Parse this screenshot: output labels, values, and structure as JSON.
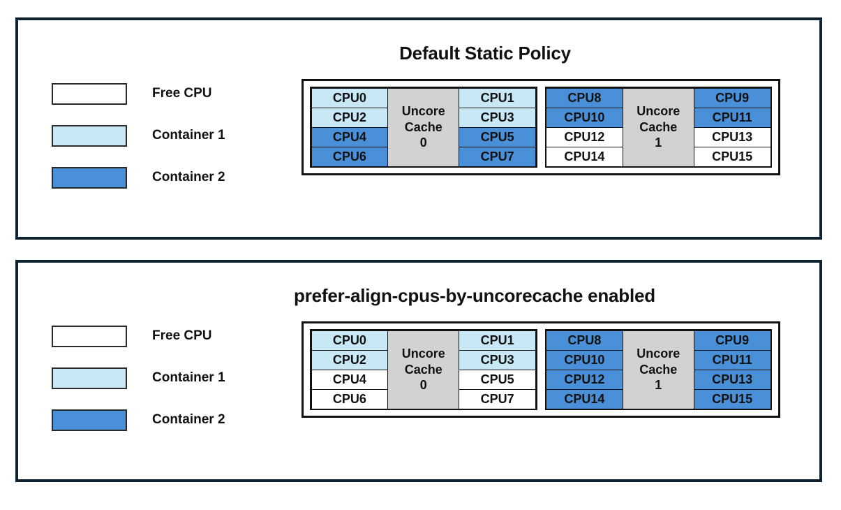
{
  "colors": {
    "free": "#ffffff",
    "container1": "#c9e8f6",
    "container2": "#4a90d9",
    "cache": "#d2d2d2",
    "border": "#111111",
    "frame": "#0d2230",
    "text": "#111111"
  },
  "legend": {
    "items": [
      {
        "label": "Free CPU",
        "swatch": "free",
        "color": "#ffffff"
      },
      {
        "label": "Container 1",
        "swatch": "container1",
        "color": "#c9e8f6"
      },
      {
        "label": "Container 2",
        "swatch": "container2",
        "color": "#4a90d9"
      }
    ]
  },
  "panels": [
    {
      "id": "default-static-policy",
      "title": "Default Static Policy",
      "cache_groups": [
        {
          "cache_label_line1": "Uncore",
          "cache_label_line2": "Cache",
          "cache_label_line3": "0",
          "left_column": [
            {
              "label": "CPU0",
              "state": "container1"
            },
            {
              "label": "CPU2",
              "state": "container1"
            },
            {
              "label": "CPU4",
              "state": "container2"
            },
            {
              "label": "CPU6",
              "state": "container2"
            }
          ],
          "right_column": [
            {
              "label": "CPU1",
              "state": "container1"
            },
            {
              "label": "CPU3",
              "state": "container1"
            },
            {
              "label": "CPU5",
              "state": "container2"
            },
            {
              "label": "CPU7",
              "state": "container2"
            }
          ]
        },
        {
          "cache_label_line1": "Uncore",
          "cache_label_line2": "Cache",
          "cache_label_line3": "1",
          "left_column": [
            {
              "label": "CPU8",
              "state": "container2"
            },
            {
              "label": "CPU10",
              "state": "container2"
            },
            {
              "label": "CPU12",
              "state": "free"
            },
            {
              "label": "CPU14",
              "state": "free"
            }
          ],
          "right_column": [
            {
              "label": "CPU9",
              "state": "container2"
            },
            {
              "label": "CPU11",
              "state": "container2"
            },
            {
              "label": "CPU13",
              "state": "free"
            },
            {
              "label": "CPU15",
              "state": "free"
            }
          ]
        }
      ]
    },
    {
      "id": "prefer-align-cpus-by-uncorecache-enabled",
      "title": "prefer-align-cpus-by-uncorecache enabled",
      "cache_groups": [
        {
          "cache_label_line1": "Uncore",
          "cache_label_line2": "Cache",
          "cache_label_line3": "0",
          "left_column": [
            {
              "label": "CPU0",
              "state": "container1"
            },
            {
              "label": "CPU2",
              "state": "container1"
            },
            {
              "label": "CPU4",
              "state": "free"
            },
            {
              "label": "CPU6",
              "state": "free"
            }
          ],
          "right_column": [
            {
              "label": "CPU1",
              "state": "container1"
            },
            {
              "label": "CPU3",
              "state": "container1"
            },
            {
              "label": "CPU5",
              "state": "free"
            },
            {
              "label": "CPU7",
              "state": "free"
            }
          ]
        },
        {
          "cache_label_line1": "Uncore",
          "cache_label_line2": "Cache",
          "cache_label_line3": "1",
          "left_column": [
            {
              "label": "CPU8",
              "state": "container2"
            },
            {
              "label": "CPU10",
              "state": "container2"
            },
            {
              "label": "CPU12",
              "state": "container2"
            },
            {
              "label": "CPU14",
              "state": "container2"
            }
          ],
          "right_column": [
            {
              "label": "CPU9",
              "state": "container2"
            },
            {
              "label": "CPU11",
              "state": "container2"
            },
            {
              "label": "CPU13",
              "state": "container2"
            },
            {
              "label": "CPU15",
              "state": "container2"
            }
          ]
        }
      ]
    }
  ]
}
